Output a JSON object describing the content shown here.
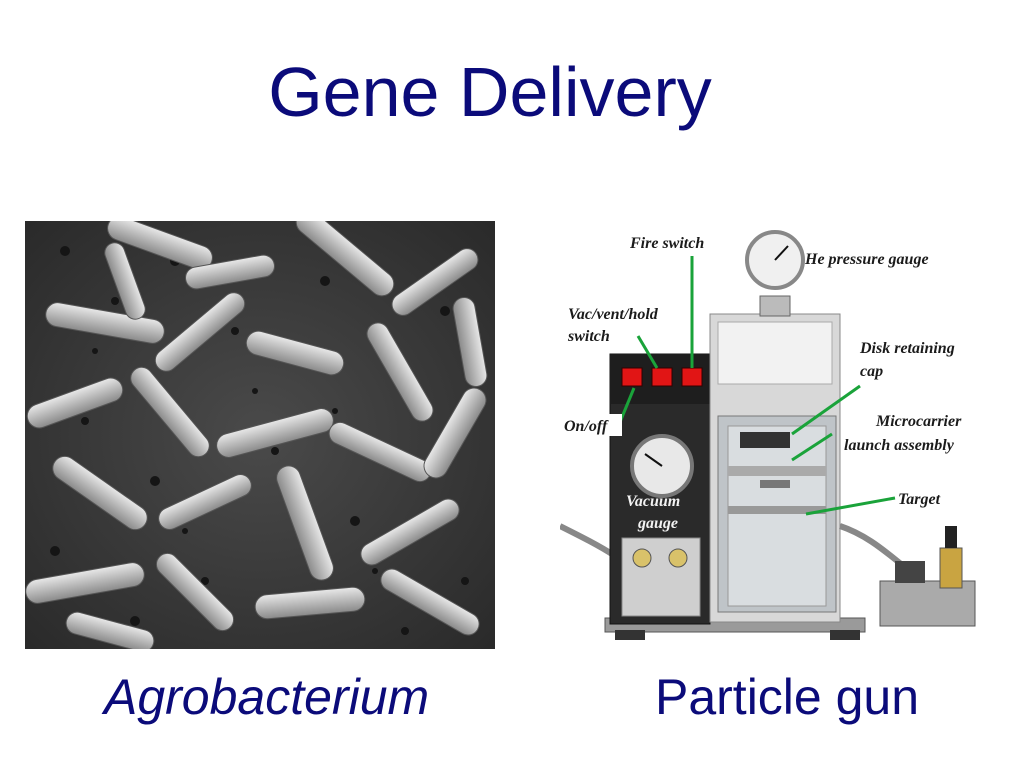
{
  "slide": {
    "title": "Gene Delivery",
    "left_caption": "Agrobacterium",
    "right_caption": "Particle gun"
  },
  "diagram_labels": {
    "fire_switch": "Fire switch",
    "he_gauge": "He pressure gauge",
    "vac_switch_line1": "Vac/vent/hold",
    "vac_switch_line2": "switch",
    "disk_cap_line1": "Disk retaining",
    "disk_cap_line2": "cap",
    "on_off": "On/off",
    "microcarrier_line1": "Microcarrier",
    "microcarrier_line2": "launch assembly",
    "vacuum_line1": "Vacuum",
    "vacuum_line2": "gauge",
    "target": "Target"
  },
  "colors": {
    "title_text": "#0b0b7a",
    "leader_lines": "#1aa33a",
    "switch_red": "#e11515"
  }
}
